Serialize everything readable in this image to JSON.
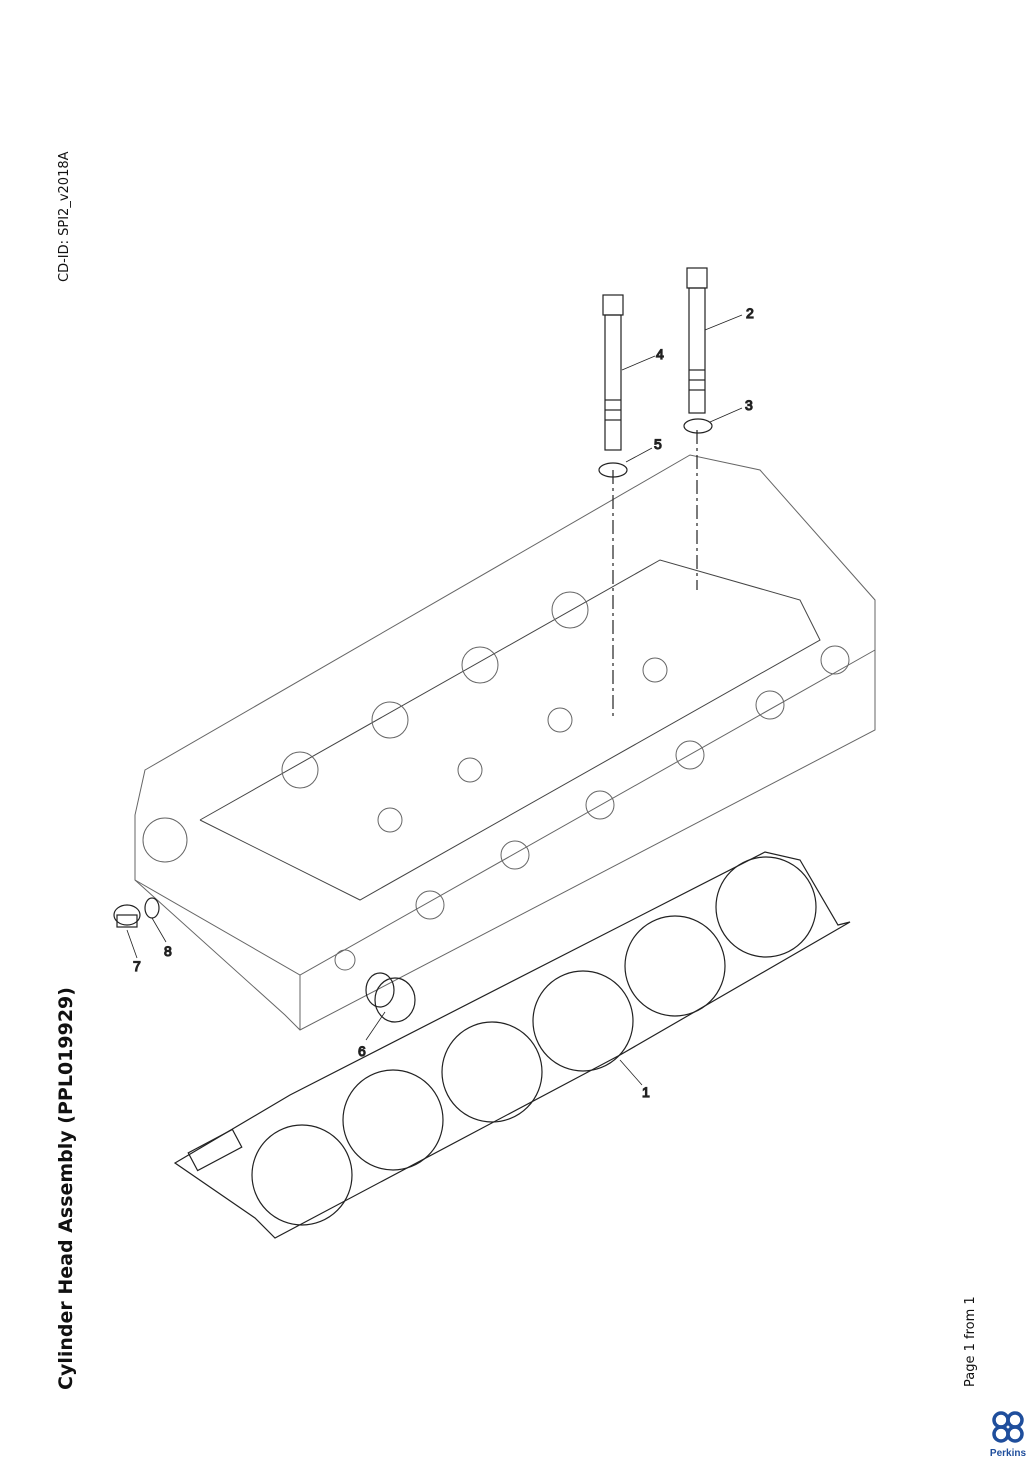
{
  "document": {
    "cd_id": "CD-ID: SPI2_v2018A",
    "title": "Cylinder Head Assembly (PPL019929)",
    "page_info": "Page 1 from 1",
    "logo_text": "Perkins",
    "brand_color": "#1f4e9c"
  },
  "callouts": [
    "1",
    "2",
    "3",
    "4",
    "5",
    "6",
    "7",
    "8"
  ]
}
